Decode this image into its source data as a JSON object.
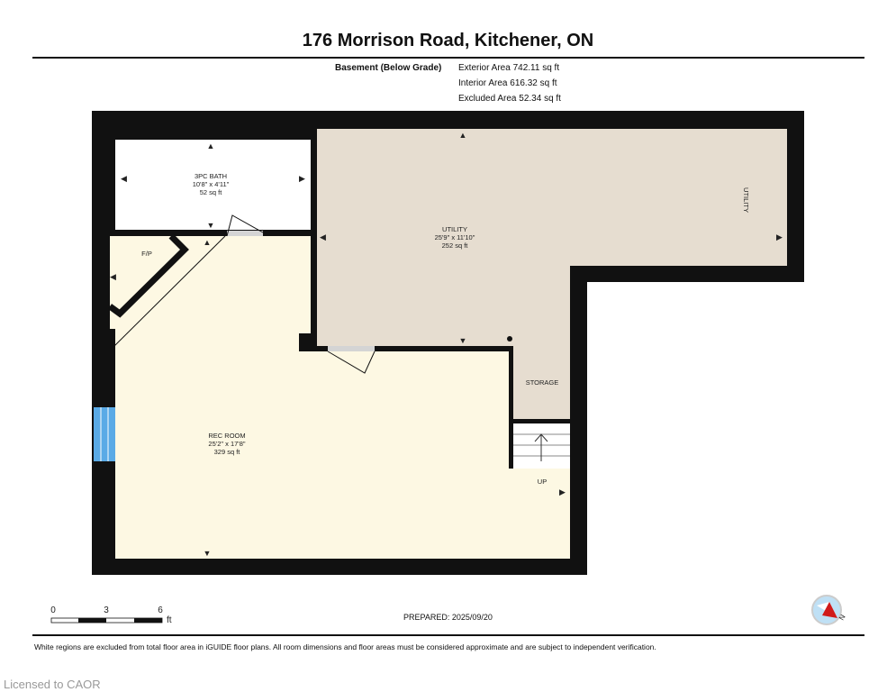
{
  "header": {
    "title": "176 Morrison Road, Kitchener, ON"
  },
  "floor": {
    "name": "Basement (Below Grade)",
    "exterior_area": "Exterior Area 742.11 sq ft",
    "interior_area": "Interior Area 616.32 sq ft",
    "excluded_area": "Excluded Area 52.34 sq ft"
  },
  "rooms": {
    "bath": {
      "name": "3PC BATH",
      "dims": "10'8\" x 4'11\"",
      "area": "52 sq ft"
    },
    "utility": {
      "name": "UTILITY",
      "dims": "25'9\" x 11'10\"",
      "area": "252 sq ft",
      "side_label": "UTILITY"
    },
    "rec": {
      "name": "REC ROOM",
      "dims": "25'2\" x 17'8\"",
      "area": "329 sq ft"
    },
    "fp": {
      "name": "F/P"
    },
    "storage": {
      "name": "STORAGE"
    },
    "stairs": {
      "name": "UP"
    }
  },
  "colors": {
    "wall": "#111111",
    "utility": "#e6ddd0",
    "rec": "#fdf8e3",
    "bath": "#ffffff",
    "window": "#5aaae6",
    "door": "#d4d4d4"
  },
  "scale": {
    "ticks": [
      "0",
      "3",
      "6"
    ],
    "unit": "ft"
  },
  "compass": {
    "label": "N"
  },
  "footer": {
    "prepared": "PREPARED: 2025/09/20",
    "note": "White regions are excluded from total floor area in iGUIDE floor plans. All room dimensions and floor areas must be considered approximate and are subject to independent verification.",
    "licensed": "Licensed to CAOR"
  }
}
